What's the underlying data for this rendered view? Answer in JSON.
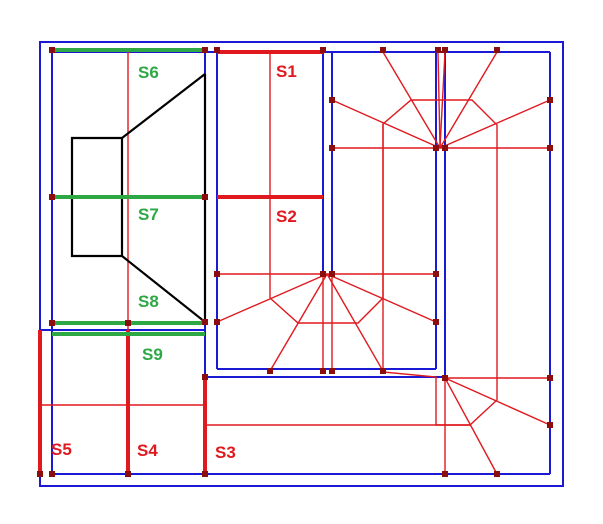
{
  "colors": {
    "background": "#ffffff",
    "frame": "#1a1ad6",
    "member": "#e0191f",
    "highlight_red": "#e0191f",
    "highlight_green": "#2ea844",
    "outline": "#000000",
    "node": "#8b0e0e"
  },
  "labels": {
    "s1": "S1",
    "s2": "S2",
    "s3": "S3",
    "s4": "S4",
    "s5": "S5",
    "s6": "S6",
    "s7": "S7",
    "s8": "S8",
    "s9": "S9"
  }
}
